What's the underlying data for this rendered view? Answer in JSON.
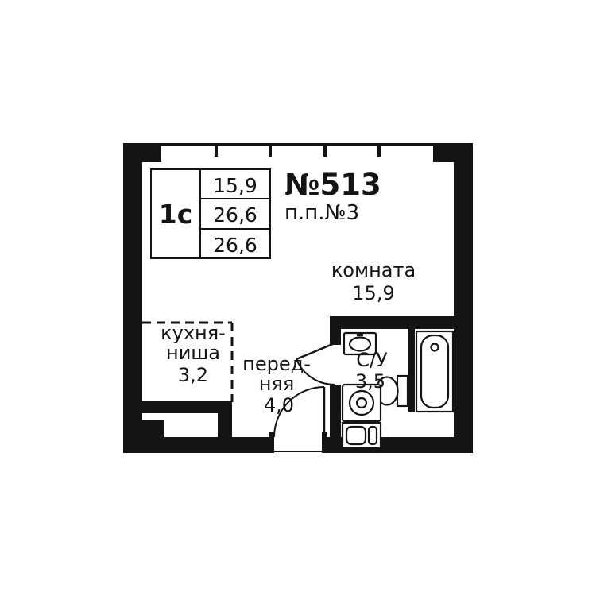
{
  "colors": {
    "wall": "#141414",
    "line": "#141414",
    "text": "#141414",
    "background": "#ffffff"
  },
  "header": {
    "apartment_number": "№513",
    "plan_number": "п.п.№3"
  },
  "info_table": {
    "type": "1с",
    "area_row1": "15,9",
    "area_row2": "26,6",
    "area_row3": "26,6"
  },
  "rooms": {
    "room": {
      "name": "комната",
      "area": "15,9"
    },
    "kitchen": {
      "name_line1": "кухня-",
      "name_line2": "ниша",
      "area": "3,2"
    },
    "hall": {
      "name_line1": "перед-",
      "name_line2": "няя",
      "area": "4,0"
    },
    "bathroom": {
      "name": "С/У",
      "area": "3,5"
    }
  }
}
